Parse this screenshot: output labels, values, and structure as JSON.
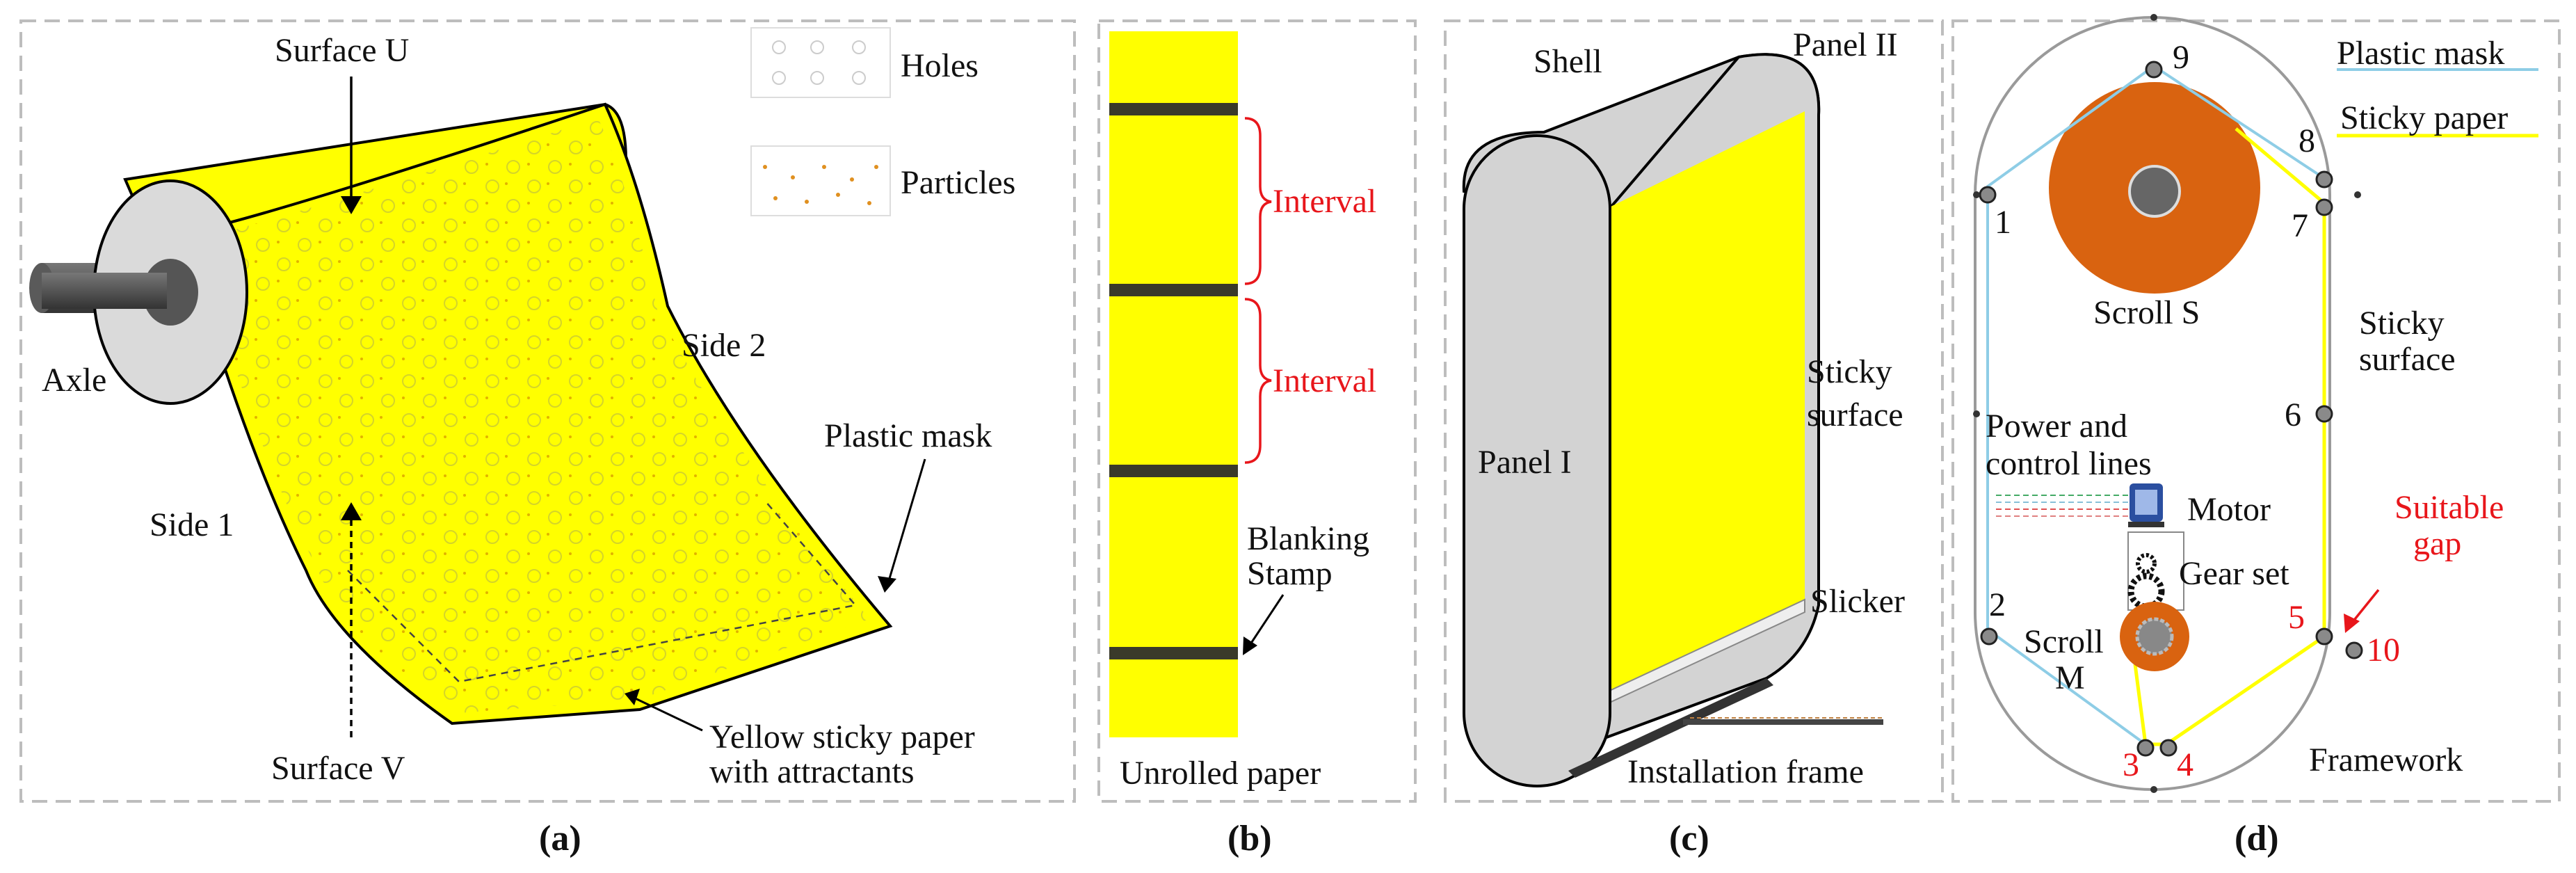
{
  "panels": {
    "a": {
      "caption": "(a)",
      "surface_u": "Surface U",
      "surface_v": "Surface V",
      "axle": "Axle",
      "side1": "Side 1",
      "side2": "Side 2",
      "plastic_mask": "Plastic mask",
      "paper_line1": "Yellow sticky paper",
      "paper_line2": "with attractants",
      "legend_holes": "Holes",
      "legend_particles": "Particles"
    },
    "b": {
      "caption": "(b)",
      "interval_1": "Interval",
      "interval_2": "Interval",
      "blanking_line1": "Blanking",
      "blanking_line2": "Stamp",
      "unrolled": "Unrolled paper"
    },
    "c": {
      "caption": "(c)",
      "shell": "Shell",
      "panel2": "Panel II",
      "panel1": "Panel I",
      "sticky_line1": "Sticky",
      "sticky_line2": "surface",
      "slicker": "Slicker",
      "installation_frame": "Installation frame"
    },
    "d": {
      "caption": "(d)",
      "legend_plastic_mask": "Plastic mask",
      "legend_sticky_paper": "Sticky paper",
      "scroll_s": "Scroll S",
      "sticky_line1": "Sticky",
      "sticky_line2": "surface",
      "power_line1": "Power and",
      "power_line2": "control lines",
      "motor": "Motor",
      "gear_set": "Gear set",
      "scroll_m_line1": "Scroll",
      "scroll_m_line2": "M",
      "suitable_line1": "Suitable",
      "suitable_line2": "gap",
      "framework": "Framework",
      "n1": "1",
      "n2": "2",
      "n3": "3",
      "n4": "4",
      "n5": "5",
      "n6": "6",
      "n7": "7",
      "n8": "8",
      "n9": "9",
      "n10": "10"
    }
  },
  "colors": {
    "sticky_yellow": "#ffff00",
    "plastic_mask_blue": "#8ecde6",
    "scroll_orange": "#d96310",
    "annotation_red": "#e8161b",
    "frame_gray": "#9a9a9a"
  }
}
